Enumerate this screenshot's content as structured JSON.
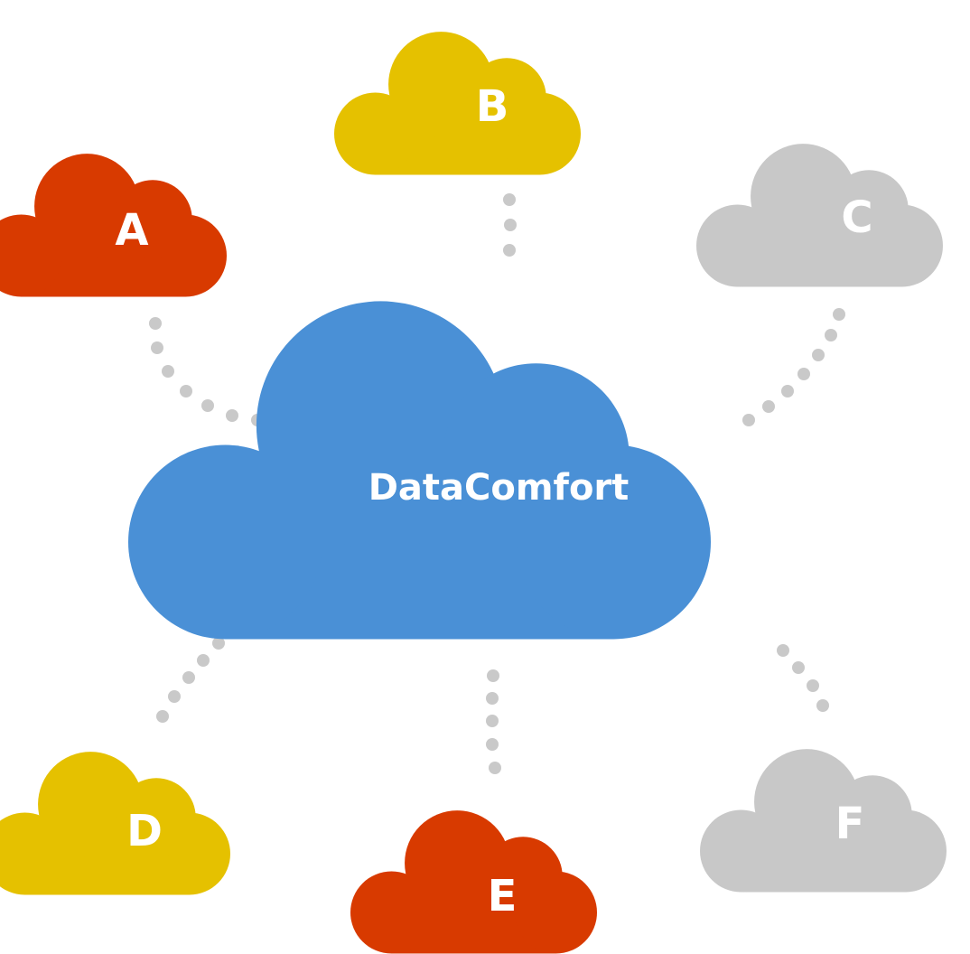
{
  "hub": {
    "label": "DataComfort",
    "color": "#4a90d6"
  },
  "nodes": [
    {
      "id": "a",
      "label": "A",
      "color": "#d83a00"
    },
    {
      "id": "b",
      "label": "B",
      "color": "#e5c100"
    },
    {
      "id": "c",
      "label": "C",
      "color": "#c8c8c8"
    },
    {
      "id": "d",
      "label": "D",
      "color": "#e5c100"
    },
    {
      "id": "e",
      "label": "E",
      "color": "#d83a00"
    },
    {
      "id": "f",
      "label": "F",
      "color": "#c8c8c8"
    }
  ],
  "connector_color": "#c9c9c9"
}
